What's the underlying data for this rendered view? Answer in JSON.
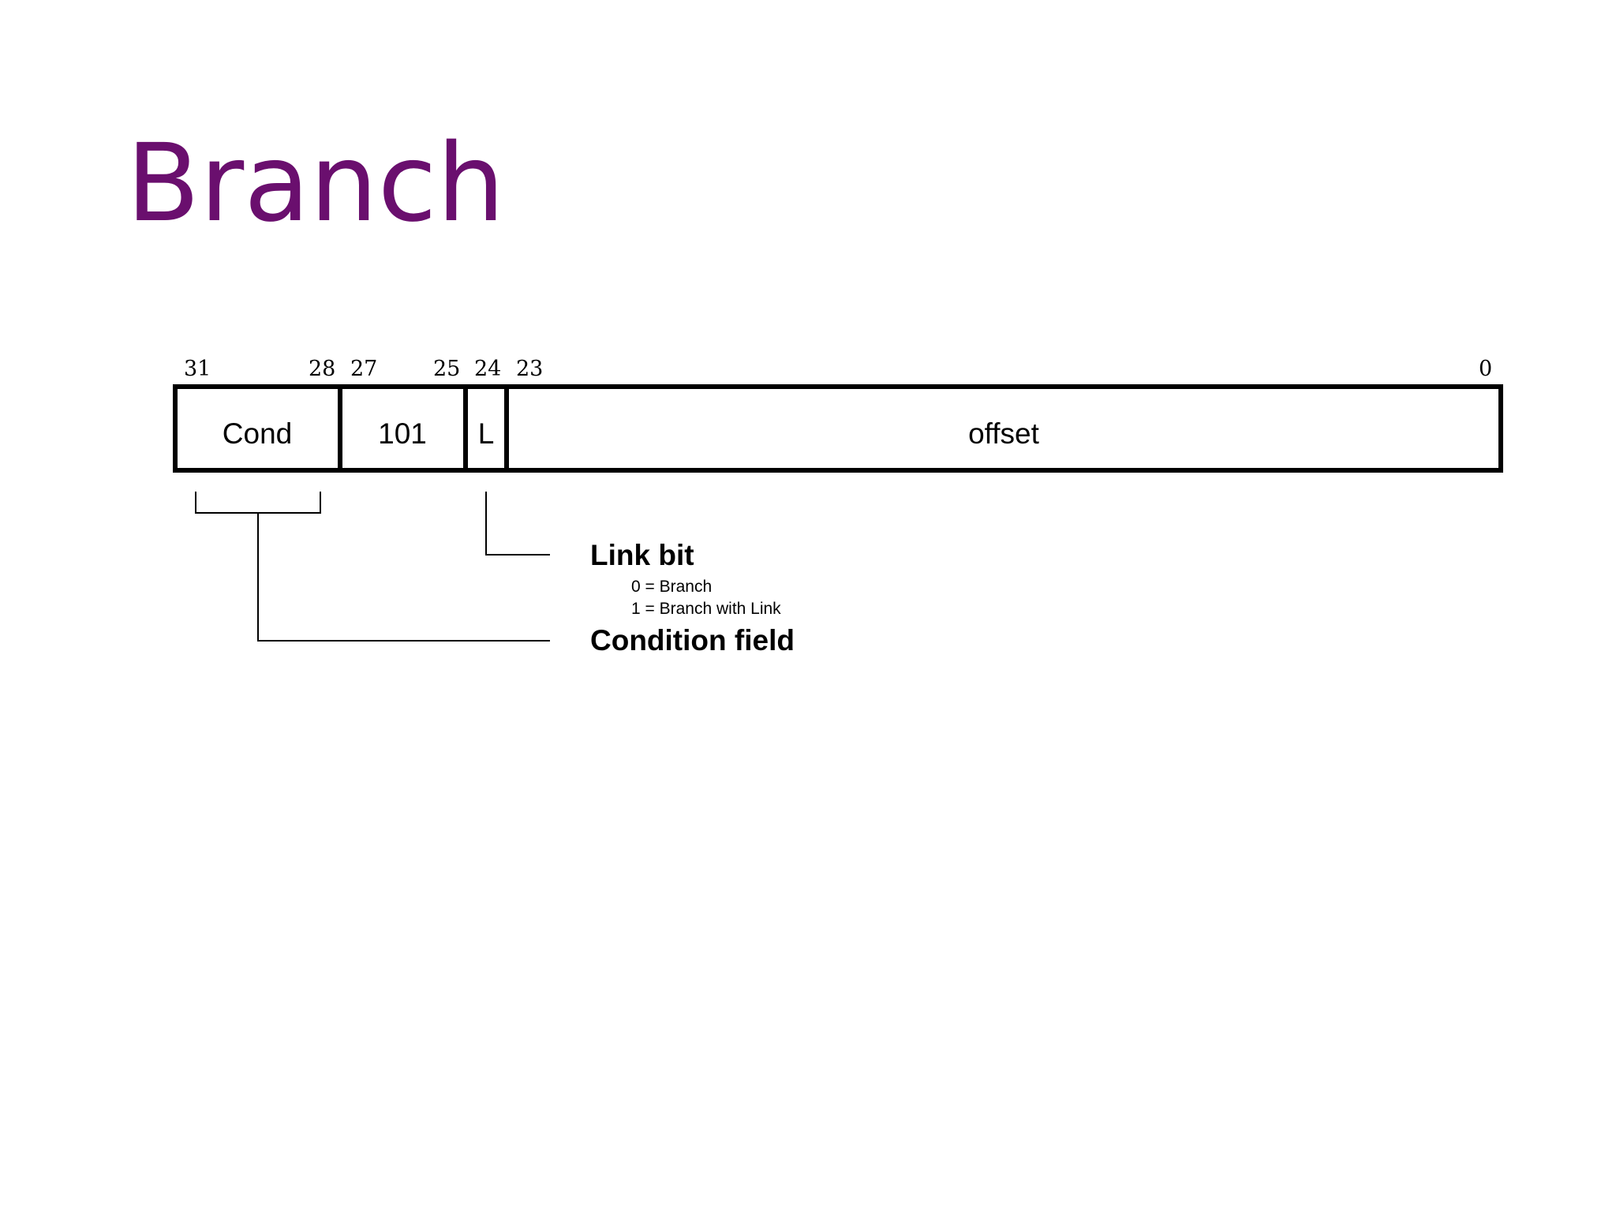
{
  "slide": {
    "title": "Branch"
  },
  "instruction_format": {
    "bit_numbers": {
      "b31": "31",
      "b28": "28",
      "b27": "27",
      "b25": "25",
      "b24": "24",
      "b23": "23",
      "b0": "0"
    },
    "fields": {
      "cond": "Cond",
      "opcode": "101",
      "link": "L",
      "offset": "offset"
    }
  },
  "annotations": {
    "link_bit": {
      "heading": "Link bit",
      "values": [
        "0 = Branch",
        "1 = Branch with Link"
      ]
    },
    "condition_field": {
      "heading": "Condition field"
    }
  },
  "colors": {
    "title": "#6a0f6e",
    "diagram": "#000000"
  }
}
